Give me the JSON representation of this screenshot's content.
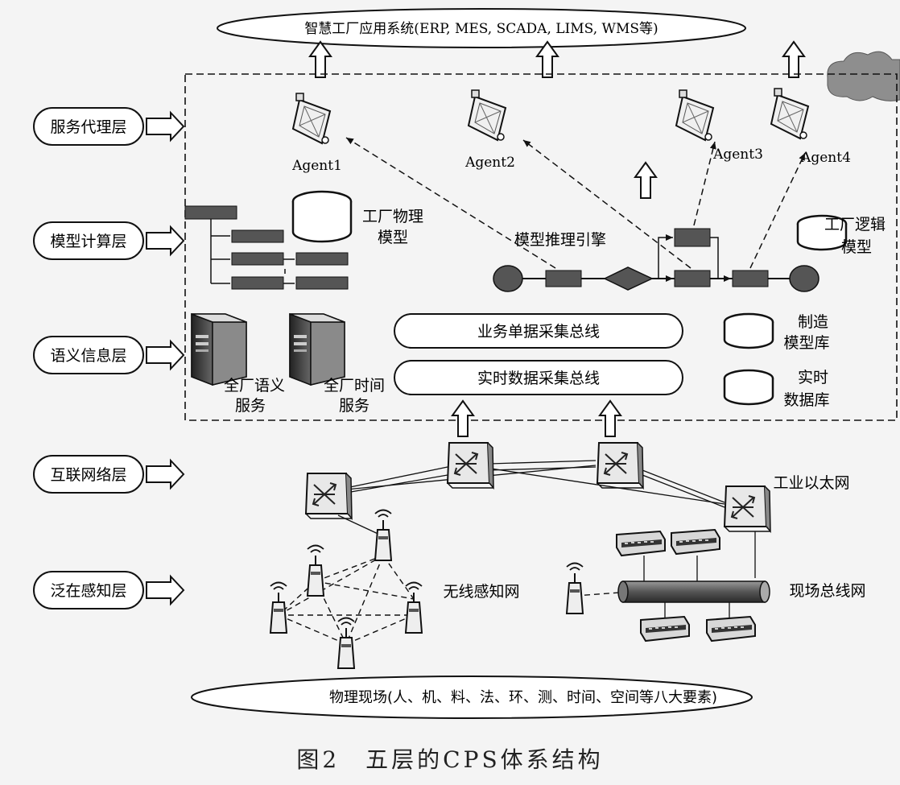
{
  "top_ellipse": "智慧工厂应用系统(ERP, MES, SCADA, LIMS, WMS等)",
  "bottom_ellipse": "物理现场(人、机、料、法、环、测、时间、空间等八大要素)",
  "layers": [
    "服务代理层",
    "模型计算层",
    "语义信息层",
    "互联网络层",
    "泛在感知层"
  ],
  "agents": [
    "Agent1",
    "Agent2",
    "Agent3",
    "Agent4"
  ],
  "models": {
    "physical": [
      "工厂物理",
      "模型"
    ],
    "logic": [
      "工厂逻辑",
      "模型"
    ],
    "engine": "模型推理引擎"
  },
  "buses": [
    "业务单据采集总线",
    "实时数据采集总线"
  ],
  "servers": [
    [
      "全厂语义",
      "服务"
    ],
    [
      "全厂时间",
      "服务"
    ]
  ],
  "databases": [
    [
      "制造",
      "模型库"
    ],
    [
      "实时",
      "数据库"
    ]
  ],
  "networks": {
    "ethernet": "工业以太网",
    "wireless": "无线感知网",
    "fieldbus": "现场总线网"
  },
  "caption": "图2　五层的CPS体系结构"
}
